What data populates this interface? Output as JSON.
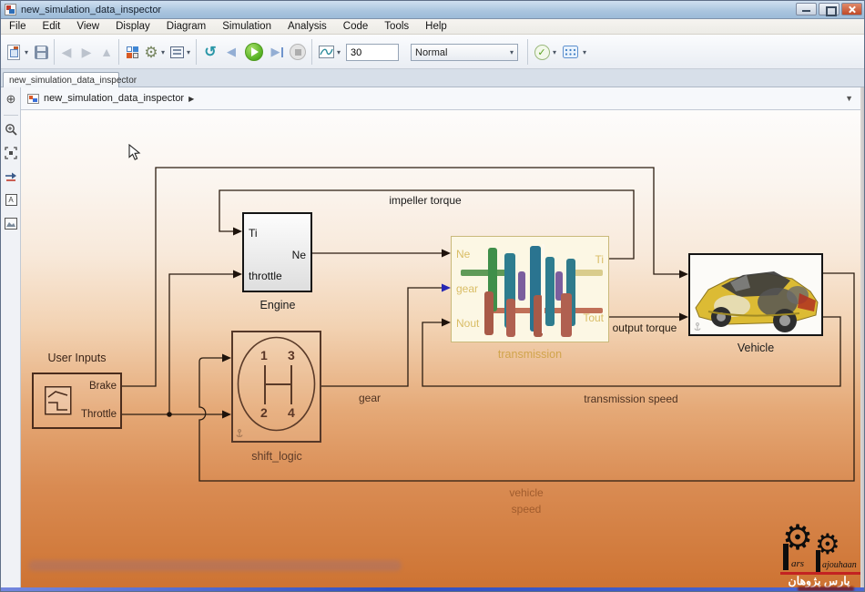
{
  "window": {
    "title": "new_simulation_data_inspector"
  },
  "menu": {
    "items": [
      "File",
      "Edit",
      "View",
      "Display",
      "Diagram",
      "Simulation",
      "Analysis",
      "Code",
      "Tools",
      "Help"
    ]
  },
  "toolbar": {
    "stop_time": "30",
    "sim_mode": "Normal"
  },
  "tabs": {
    "active": "new_simulation_data_inspector"
  },
  "breadcrumb": {
    "model": "new_simulation_data_inspector",
    "arrow": "▶"
  },
  "palette": {
    "annotation_glyph": "A"
  },
  "diagram": {
    "user_inputs": {
      "title": "User Inputs",
      "brake": "Brake",
      "throttle": "Throttle"
    },
    "engine": {
      "label": "Engine",
      "in1": "Ti",
      "in2": "throttle",
      "out1": "Ne"
    },
    "shift_logic": {
      "label": "shift_logic",
      "g1": "1",
      "g2": "3",
      "g3": "2",
      "g4": "4"
    },
    "transmission": {
      "label": "transmission",
      "in1": "Ne",
      "in2": "gear",
      "in3": "Nout",
      "out1": "Ti",
      "out2": "Tout"
    },
    "vehicle": {
      "label": "Vehicle"
    },
    "labels": {
      "impeller": "impeller torque",
      "gear": "gear",
      "output_torque": "output torque",
      "transmission_speed": "transmission speed",
      "vehicle1": "vehicle",
      "vehicle2": "speed"
    }
  },
  "watermark": {
    "latin_a": "ars",
    "latin_b": "ajouhaan",
    "persian": "پارس پژوهان"
  },
  "colors": {
    "canvas_orange": "#cd7231",
    "play_green": "#55b122",
    "gear_arrow_blue": "#2727b4",
    "wire": "#2b1c10",
    "titlebar_blue": "#a9c4de"
  }
}
